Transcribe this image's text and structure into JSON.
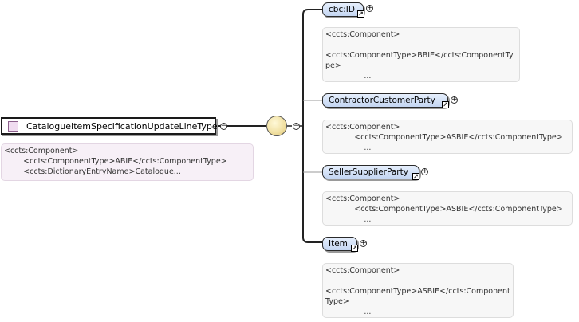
{
  "root": {
    "name": "CatalogueItemSpecificationUpdateLineType",
    "documentation": "<ccts:Component>\n        <ccts:ComponentType>ABIE</ccts:ComponentType>\n        <ccts:DictionaryEntryName>Catalogue..."
  },
  "compositor": {
    "icon": "sequence-compositor-icon"
  },
  "elements": [
    {
      "name": "cbc:ID",
      "documentation": "<ccts:Component>\n\n<ccts:ComponentType>BBIE</ccts:ComponentType>\n                ..."
    },
    {
      "name": "ContractorCustomerParty",
      "documentation": "<ccts:Component>\n            <ccts:ComponentType>ASBIE</ccts:ComponentType>\n                ..."
    },
    {
      "name": "SellerSupplierParty",
      "documentation": "<ccts:Component>\n            <ccts:ComponentType>ASBIE</ccts:ComponentType>\n                ..."
    },
    {
      "name": "Item",
      "documentation": "<ccts:Component>\n\n<ccts:ComponentType>ASBIE</ccts:ComponentType>\n                ..."
    }
  ],
  "symbols": {
    "expand": "+",
    "collapse": "−",
    "reference": "↗"
  }
}
